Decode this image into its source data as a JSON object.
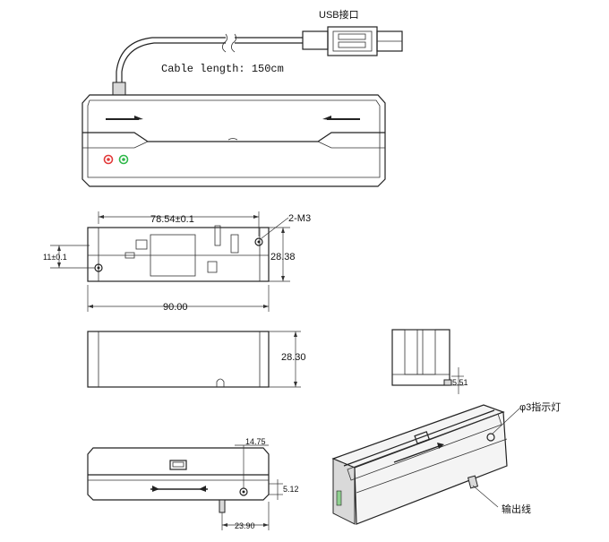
{
  "labels": {
    "usb_port": "USB接口",
    "cable_length": "Cable length: 150cm",
    "dim_width_holes": "78.54±0.1",
    "dim_screw": "2-M3",
    "dim_hole_offset": "11±0.1",
    "dim_height_top": "28.38",
    "dim_total_width": "90.00",
    "dim_height_front": "28.30",
    "dim_side_small": "5.51",
    "dim_led_dia": "φ3指示灯",
    "dim_1475": "14.75",
    "dim_512": "5.12",
    "dim_2390": "23.90",
    "output_cable": "输出线"
  },
  "colors": {
    "led_red": "#e23a3a",
    "led_green": "#2fb84a",
    "line": "#222222"
  }
}
